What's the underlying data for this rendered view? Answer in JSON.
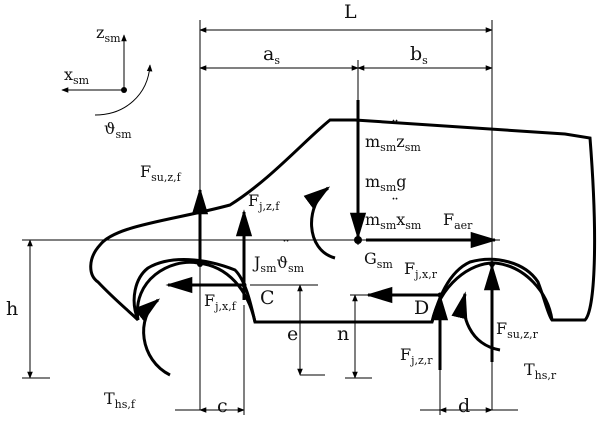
{
  "coordinate_frame": {
    "z": "z",
    "z_sub": "sm",
    "x": "x",
    "x_sub": "sm",
    "theta": "ϑ",
    "theta_sub": "sm"
  },
  "dimensions": {
    "L": "L",
    "a": "a",
    "a_sub": "s",
    "b": "b",
    "b_sub": "s",
    "h": "h",
    "c": "c",
    "d": "d",
    "e": "e",
    "n": "n"
  },
  "forces": {
    "m_z": "m",
    "m_z_sub": "sm",
    "m_z_var": "z",
    "m_z_var_sub": "sm",
    "m_g": "m",
    "m_g_sub": "sm",
    "m_g_var": "g",
    "m_x": "m",
    "m_x_sub": "sm",
    "m_x_var": "x",
    "m_x_var_sub": "sm",
    "F_aer": "F",
    "F_aer_sub": "aer",
    "J_sm": "J",
    "J_sm_sub": "sm",
    "J_var": "ϑ",
    "J_var_sub": "sm",
    "G_sm": "G",
    "G_sm_sub": "sm",
    "F_su_z_f": "F",
    "F_su_z_f_sub": "su,z,f",
    "F_j_z_f": "F",
    "F_j_z_f_sub": "j,z,f",
    "F_j_x_f": "F",
    "F_j_x_f_sub": "j,x,f",
    "F_j_x_r": "F",
    "F_j_x_r_sub": "j,x,r",
    "F_j_z_r": "F",
    "F_j_z_r_sub": "j,z,r",
    "F_su_z_r": "F",
    "F_su_z_r_sub": "su,z,r",
    "T_hs_f": "T",
    "T_hs_f_sub": "hs,f",
    "T_hs_r": "T",
    "T_hs_r_sub": "hs,r"
  },
  "points": {
    "C": "C",
    "D": "D"
  }
}
